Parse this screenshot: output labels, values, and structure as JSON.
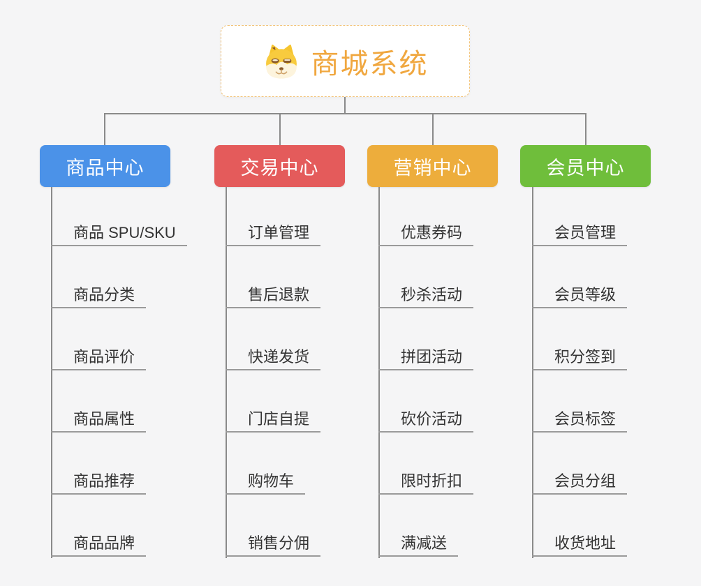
{
  "page": {
    "background_color": "#f5f5f6",
    "connector_color": "#8a8a8a"
  },
  "root": {
    "title": "商城系统",
    "icon": "doge-face-icon",
    "title_color": "#f0a73f",
    "border_color": "#f2c379"
  },
  "branches": [
    {
      "label": "商品中心",
      "color": "#4b92e8",
      "children": [
        "商品 SPU/SKU",
        "商品分类",
        "商品评价",
        "商品属性",
        "商品推荐",
        "商品品牌"
      ]
    },
    {
      "label": "交易中心",
      "color": "#e45b5b",
      "children": [
        "订单管理",
        "售后退款",
        "快递发货",
        "门店自提",
        "购物车",
        "销售分佣"
      ]
    },
    {
      "label": "营销中心",
      "color": "#edad3c",
      "children": [
        "优惠券码",
        "秒杀活动",
        "拼团活动",
        "砍价活动",
        "限时折扣",
        "满减送"
      ]
    },
    {
      "label": "会员中心",
      "color": "#6fbe3b",
      "children": [
        "会员管理",
        "会员等级",
        "积分签到",
        "会员标签",
        "会员分组",
        "收货地址"
      ]
    }
  ]
}
